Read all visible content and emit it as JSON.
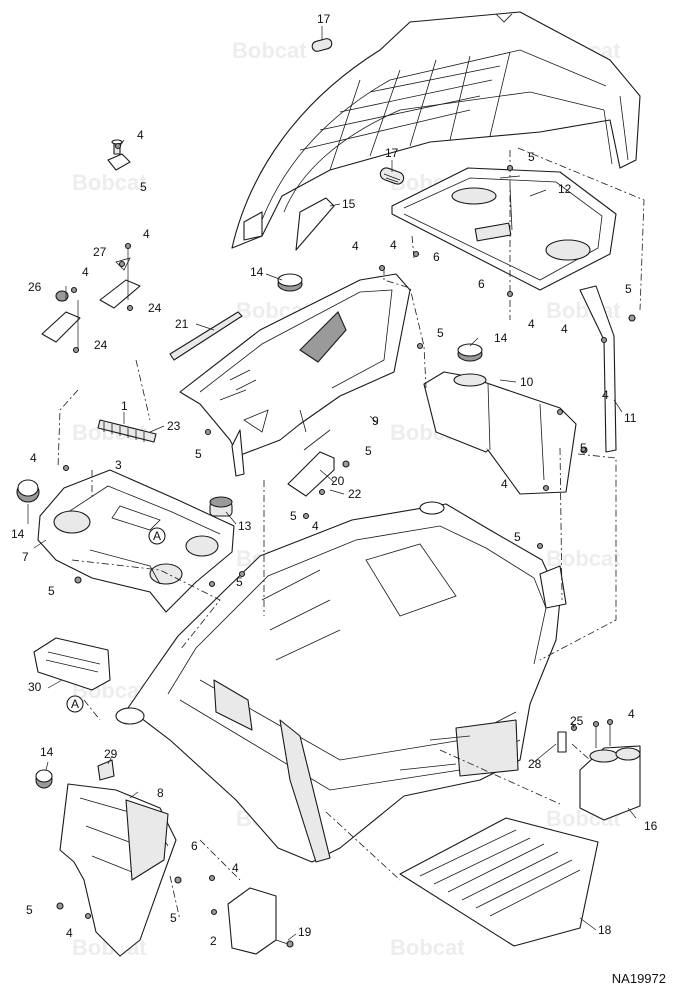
{
  "diagram": {
    "id": "NA19972",
    "watermark": "Bobcat",
    "callout": "A",
    "labels": {
      "p1": "1",
      "p2": "2",
      "p3": "3",
      "p4": "4",
      "p5": "5",
      "p6": "6",
      "p7": "7",
      "p8": "8",
      "p9": "9",
      "p10": "10",
      "p11": "11",
      "p12": "12",
      "p13": "13",
      "p14": "14",
      "p15": "15",
      "p16": "16",
      "p17": "17",
      "p18": "18",
      "p19": "19",
      "p20": "20",
      "p21": "21",
      "p22": "22",
      "p23": "23",
      "p24": "24",
      "p25": "25",
      "p26": "26",
      "p27": "27",
      "p28": "28",
      "p29": "29",
      "p30": "30"
    }
  }
}
